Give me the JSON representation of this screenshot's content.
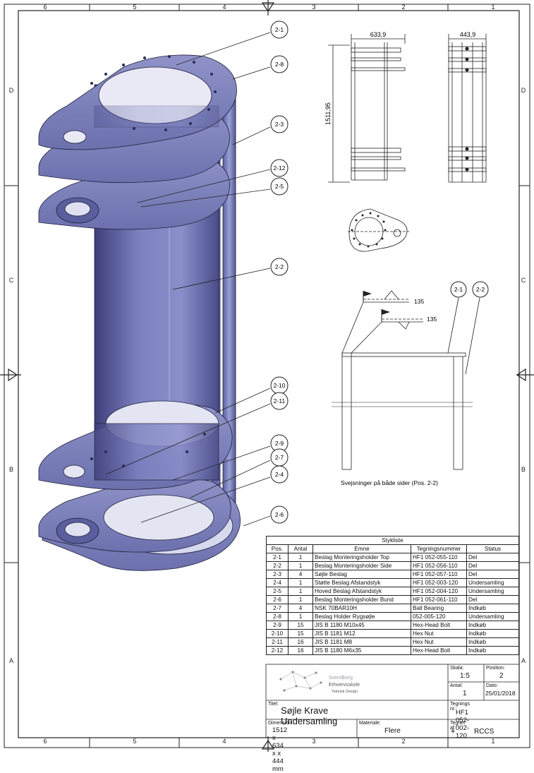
{
  "zones": {
    "top": [
      "6",
      "5",
      "4",
      "3",
      "2",
      "1"
    ],
    "bottom": [
      "6",
      "5",
      "4",
      "3",
      "2",
      "1"
    ],
    "left": [
      "D",
      "C",
      "B",
      "A"
    ],
    "right": [
      "D",
      "C",
      "B",
      "A"
    ]
  },
  "balloons": [
    "2-1",
    "2-8",
    "2-3",
    "2-12",
    "2-5",
    "2-2",
    "2-10",
    "2-11",
    "2-9",
    "2-7",
    "2-4",
    "2-6"
  ],
  "detail_balloons": [
    "2-1",
    "2-2"
  ],
  "dimensions": {
    "width": "633,9",
    "depth": "443,9",
    "height": "1511,95"
  },
  "weld": {
    "size_1": "135",
    "size_2": "135",
    "note": "Svejsninger på både sider (Pos. 2-2)"
  },
  "bom": {
    "title": "Stykliste",
    "headers": [
      "Pos.",
      "Antal",
      "Emne",
      "Tegningsnummer",
      "Status"
    ],
    "rows": [
      [
        "2-1",
        "1",
        "Beslag Monteringsholder Top",
        "HF1 052-055-110",
        "Del"
      ],
      [
        "2-2",
        "1",
        "Beslag Monteringsholder Side",
        "HF1 052-056-110",
        "Del"
      ],
      [
        "2-3",
        "4",
        "Søjle Beslag",
        "HF1 052-057-110",
        "Del"
      ],
      [
        "2-4",
        "1",
        "Støtte Beslag Afstandstyk",
        "HF1 052-003-120",
        "Undersamling"
      ],
      [
        "2-5",
        "1",
        "Hoved Beslag Afstandstyk",
        "HF1 052-004-120",
        "Undersamling"
      ],
      [
        "2-6",
        "1",
        "Beslag Monteringsholder Bund",
        "HF1 052-061-110",
        "Del"
      ],
      [
        "2-7",
        "4",
        "NSK 70BAR10H",
        "Ball Bearing",
        "Indkøb"
      ],
      [
        "2-8",
        "1",
        "Beslag Holder Rygsøjle",
        "052-005-120",
        "Undersamling"
      ],
      [
        "2-9",
        "15",
        "JIS B 1180 M10x45",
        "Hex-Head Bolt",
        "Indkøb"
      ],
      [
        "2-10",
        "15",
        "JIS B 1181 M12",
        "Hex Nut",
        "Indkøb"
      ],
      [
        "2-11",
        "16",
        "JIS B 1181 M8",
        "Hex Nut",
        "Indkøb"
      ],
      [
        "2-12",
        "16",
        "JIS B 1180 M6x35",
        "Hex-Head Bolt",
        "Indkøb"
      ]
    ]
  },
  "title_block": {
    "logo": {
      "line1": "Svendborg",
      "line2": "Erhvervsskole",
      "line3": "Teknisk Design"
    },
    "skala_label": "Skala:",
    "skala": "1:5",
    "position_label": "Position:",
    "position": "2",
    "antal_label": "Antal:",
    "antal": "1",
    "dato_label": "Dato:",
    "dato": "25/01/2018",
    "titel_label": "Titel:",
    "titel": "Søjle Krave Undersamling",
    "tegnings_label": "Tegnings nr.:",
    "tegnings_nr": "HF1 052-002-120",
    "dimension_label": "Dimension",
    "dimension": "1512 x 634 x x 444 mm",
    "materiale_label": "Materiale:",
    "materiale": "Flere",
    "tegnet_label": "Tegnet af:",
    "tegnet_af": "RCCS"
  }
}
